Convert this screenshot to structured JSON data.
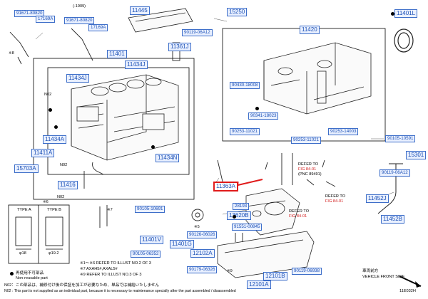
{
  "part_labels": [
    {
      "id": "p01",
      "text": "91671-80820"
    },
    {
      "id": "p02",
      "text": "17169A"
    },
    {
      "id": "p03",
      "text": "(-1909)"
    },
    {
      "id": "p04",
      "text": "91671-80820"
    },
    {
      "id": "p05",
      "text": "17169A"
    },
    {
      "id": "p06",
      "text": "11445"
    },
    {
      "id": "p07",
      "text": "15250"
    },
    {
      "id": "p08",
      "text": "90119-06A12"
    },
    {
      "id": "p09",
      "text": "11401L"
    },
    {
      "id": "p10",
      "text": "11420"
    },
    {
      "id": "p11",
      "text": "11401"
    },
    {
      "id": "p12",
      "text": "11361J"
    },
    {
      "id": "p13",
      "text": "11434J"
    },
    {
      "id": "p14",
      "text": "11434J"
    },
    {
      "id": "p15",
      "text": "90430-18008"
    },
    {
      "id": "p16",
      "text": "90341-18023"
    },
    {
      "id": "p17",
      "text": "90253-11021"
    },
    {
      "id": "p18",
      "text": "90253-14003"
    },
    {
      "id": "p19",
      "text": "90253-11021"
    },
    {
      "id": "p20",
      "text": "90105-10591"
    },
    {
      "id": "p21",
      "text": "11434A"
    },
    {
      "id": "p22",
      "text": "11411A"
    },
    {
      "id": "p23",
      "text": "15703A"
    },
    {
      "id": "p24",
      "text": "11434N"
    },
    {
      "id": "p25",
      "text": "15301"
    },
    {
      "id": "p26",
      "text": "90119-06A12"
    },
    {
      "id": "p27",
      "text": "11416"
    },
    {
      "id": "p28",
      "text": "11363A"
    },
    {
      "id": "p29",
      "text": "11452J"
    },
    {
      "id": "p30",
      "text": "28193"
    },
    {
      "id": "p31",
      "text": "90105-10691"
    },
    {
      "id": "p32",
      "text": "13620B"
    },
    {
      "id": "p33",
      "text": "11452B"
    },
    {
      "id": "p34",
      "text": "91551-00845"
    },
    {
      "id": "p35",
      "text": "90126-06026"
    },
    {
      "id": "p36",
      "text": "11401V"
    },
    {
      "id": "p37",
      "text": "11401G"
    },
    {
      "id": "p38",
      "text": "12102A"
    },
    {
      "id": "p39",
      "text": "90105-06352"
    },
    {
      "id": "p40",
      "text": "90179-06326"
    },
    {
      "id": "p41",
      "text": "12101B"
    },
    {
      "id": "p42",
      "text": "90119-06938"
    },
    {
      "id": "p43",
      "text": "12101A"
    }
  ],
  "texts": {
    "n02_a": "N02",
    "n02_b": "N02",
    "n02_c": "N02",
    "x6": "※6",
    "x8": "※8",
    "x5": "※5",
    "x9": "※9",
    "x7": "※7",
    "refer_a": "REFER TO",
    "fig_a": "FIG 84-01",
    "pnc": "(PNC 89491)",
    "refer_b": "REFER TO",
    "fig_b": "FIG 84-01",
    "refer_c": "REFER TO",
    "fig_c": "FIG 84-01",
    "type_a": "TYPE A",
    "type_b": "TYPE B",
    "dia_a": "φ18",
    "dia_b": "φ19.2",
    "legend_filled": "再使用不可部品",
    "legend_filled_en": "Non-reusable part",
    "note_1": "※1～※6  REFER TO ILLUST NO.2 OF 3",
    "note_7": "※7 AXAH5#,AXAL5#",
    "note_9": "※9 REFER TO ILLUST NO.3 OF 3",
    "note_n02": "N02：この部品は、補修付け後の保証を加工が必要なため、単品では補給いたしません",
    "note_n02_en": "N02 : This part is not supplied as an individual part, because it is necessary to maintenance specially after the part assembled / disassembled",
    "vehicle_front_jp": "車両前方",
    "vehicle_front_en": "VEHICLE FRONT SIDE",
    "illust_code": "11E032H"
  },
  "colors": {
    "label_text": "#1a4fb5",
    "label_fill": "#e9f0ff",
    "highlight": "#e01b1b"
  }
}
